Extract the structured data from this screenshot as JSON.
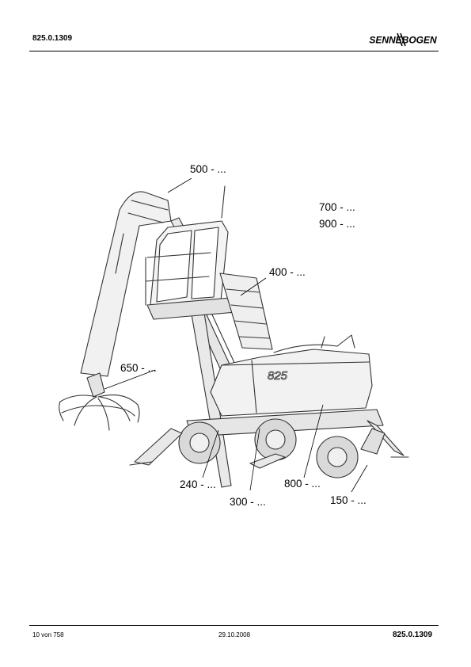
{
  "header": {
    "doc_code": "825.0.1309",
    "logo_text": "SENNEBOGEN"
  },
  "footer": {
    "page": "10 von 758",
    "date": "29.10.2008",
    "doc_code": "825.0.1309"
  },
  "figure": {
    "model_text": "825",
    "labels": {
      "l500": "500 - ...",
      "l700": "700 - ...",
      "l900": "900 - ...",
      "l400": "400 - ...",
      "l650": "650 - ...",
      "l240": "240 - ...",
      "l300": "300 - ...",
      "l800": "800 - ...",
      "l150": "150 - ..."
    }
  }
}
